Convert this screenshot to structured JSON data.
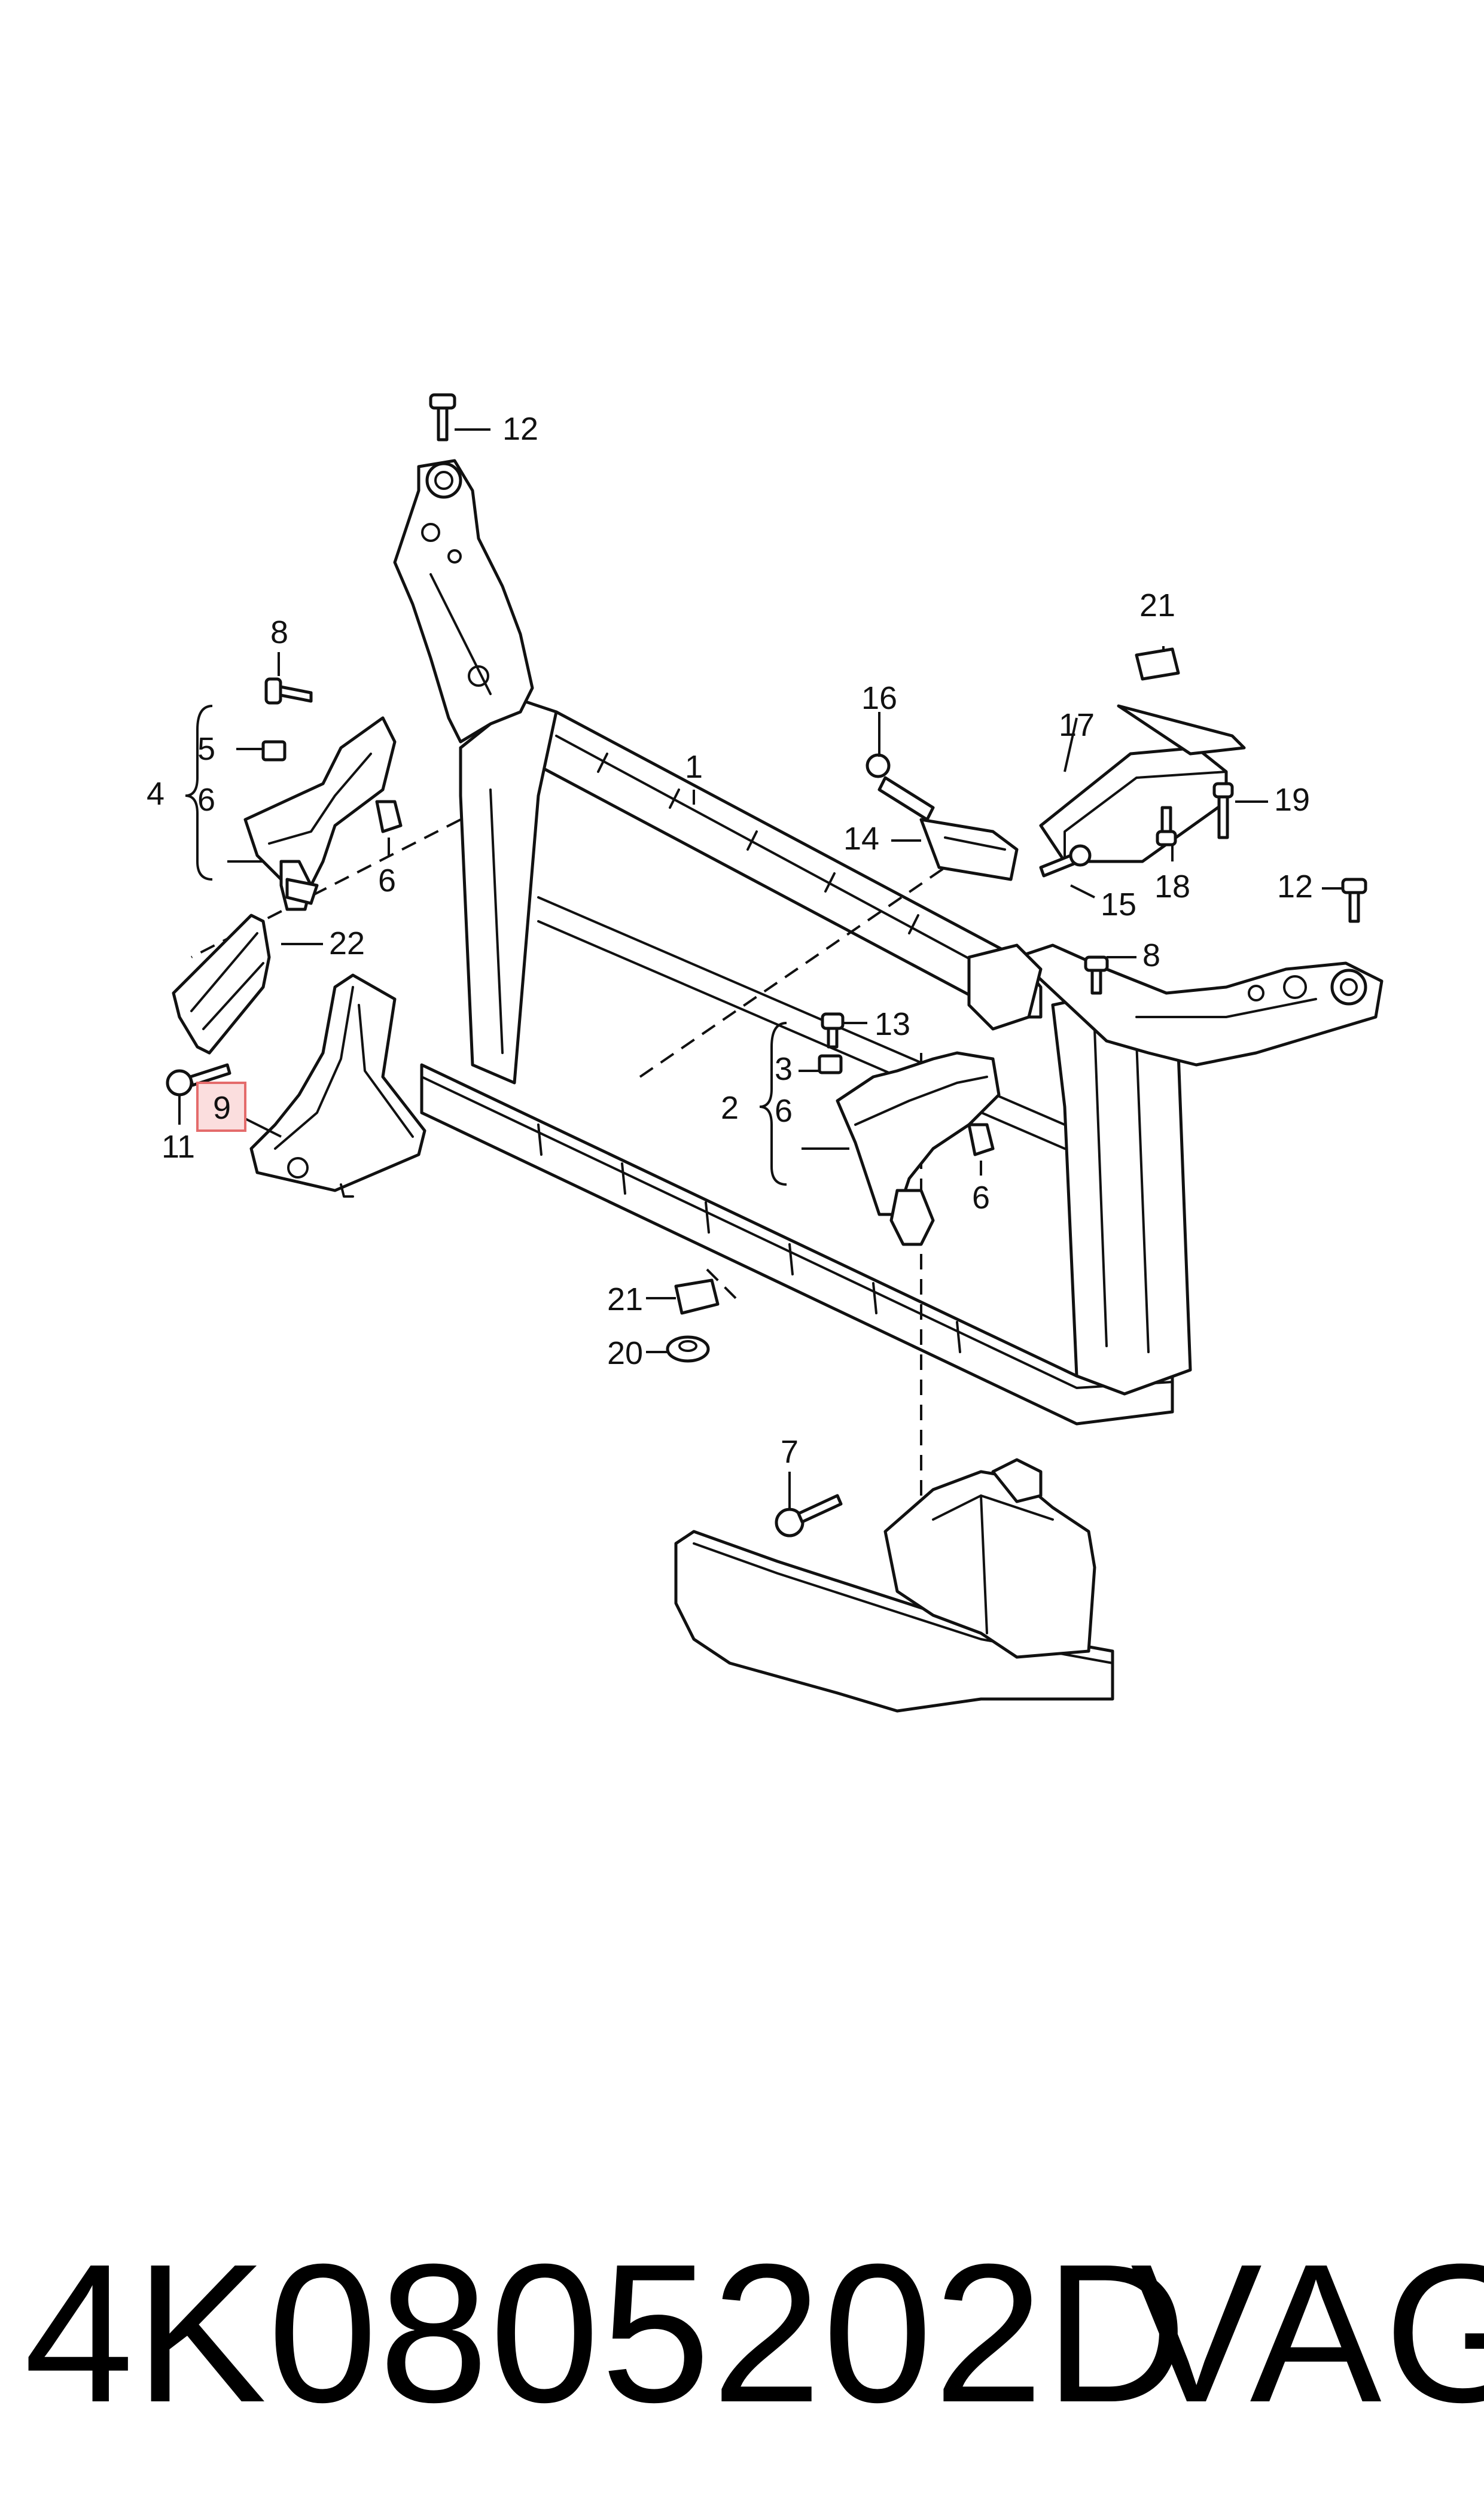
{
  "diagram": {
    "callouts": {
      "c1": "1",
      "c2": "2",
      "c3": "3",
      "c4": "4",
      "c5": "5",
      "c6a": "6",
      "c6b": "6",
      "c6c": "6",
      "c6d": "6",
      "c7": "7",
      "c8a": "8",
      "c8b": "8",
      "c9": "9",
      "c11": "11",
      "c12a": "12",
      "c12b": "12",
      "c13": "13",
      "c14": "14",
      "c15": "15",
      "c16": "16",
      "c17": "17",
      "c18": "18",
      "c19": "19",
      "c20": "20",
      "c21a": "21",
      "c21b": "21",
      "c22": "22"
    },
    "highlighted_part": "9",
    "highlight_color": "#fbdede"
  },
  "footer": {
    "part_number": "4K0805202D",
    "brand": "VAG"
  }
}
